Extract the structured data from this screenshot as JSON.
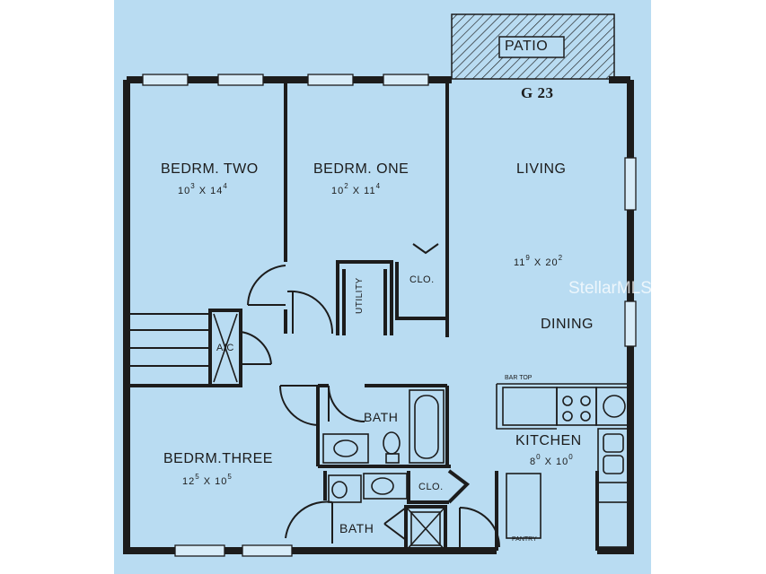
{
  "plan": {
    "unit": "G 23",
    "patio": "PATIO",
    "watermark": "StellarMLS",
    "rooms": {
      "bedroom_two": {
        "name": "BEDRM. TWO",
        "d1": "10",
        "s1": "3",
        "d2": "14",
        "s2": "4"
      },
      "bedroom_one": {
        "name": "BEDRM. ONE",
        "d1": "10",
        "s1": "2",
        "d2": "11",
        "s2": "4"
      },
      "living": {
        "name": "LIVING",
        "d1": "11",
        "s1": "9",
        "d2": "20",
        "s2": "2"
      },
      "dining": {
        "name": "DINING"
      },
      "bedroom_three": {
        "name": "BEDRM.THREE",
        "d1": "12",
        "s1": "5",
        "d2": "10",
        "s2": "5"
      },
      "kitchen": {
        "name": "KITCHEN",
        "d1": "8",
        "s1": "0",
        "d2": "10",
        "s2": "0"
      },
      "bath_upper": {
        "name": "BATH"
      },
      "bath_lower": {
        "name": "BATH"
      }
    },
    "labels": {
      "closet_upper": "CLO.",
      "closet_lower": "CLO.",
      "utility": "UTILITY",
      "ac": "A/C",
      "bar_top": "BAR TOP",
      "pantry": "PANTRY"
    },
    "colors": {
      "paper": "#b9dcf2",
      "ink": "#1c1c1c",
      "window": "#d8ecf8"
    }
  }
}
